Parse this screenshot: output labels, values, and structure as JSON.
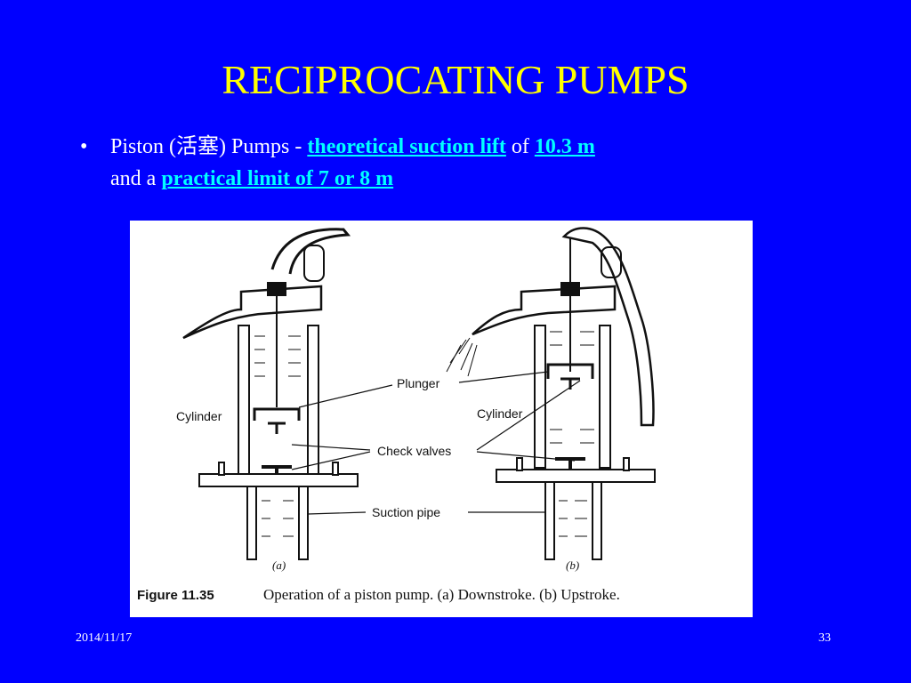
{
  "slide": {
    "title": "RECIPROCATING PUMPS",
    "bullet": {
      "marker": "•",
      "prefix": "Piston (活塞) Pumps - ",
      "link1": "theoretical suction lift",
      "mid": " of ",
      "link2": "10.3 m",
      "line2_prefix": "and a ",
      "link3": "practical limit of 7 or 8 m"
    },
    "figure": {
      "labels": {
        "cylinder_a": "Cylinder",
        "cylinder_b": "Cylinder",
        "plunger": "Plunger",
        "check_valves": "Check valves",
        "suction_pipe": "Suction pipe",
        "sub_a": "(a)",
        "sub_b": "(b)"
      },
      "caption_number": "Figure 11.35",
      "caption_text": "Operation of a piston pump. (a) Downstroke. (b) Upstroke."
    },
    "footer": {
      "date": "2014/11/17",
      "page": "33"
    },
    "colors": {
      "background": "#0000FF",
      "title": "#FFFF00",
      "text": "#FFFFFF",
      "link": "#00FFFF"
    }
  }
}
